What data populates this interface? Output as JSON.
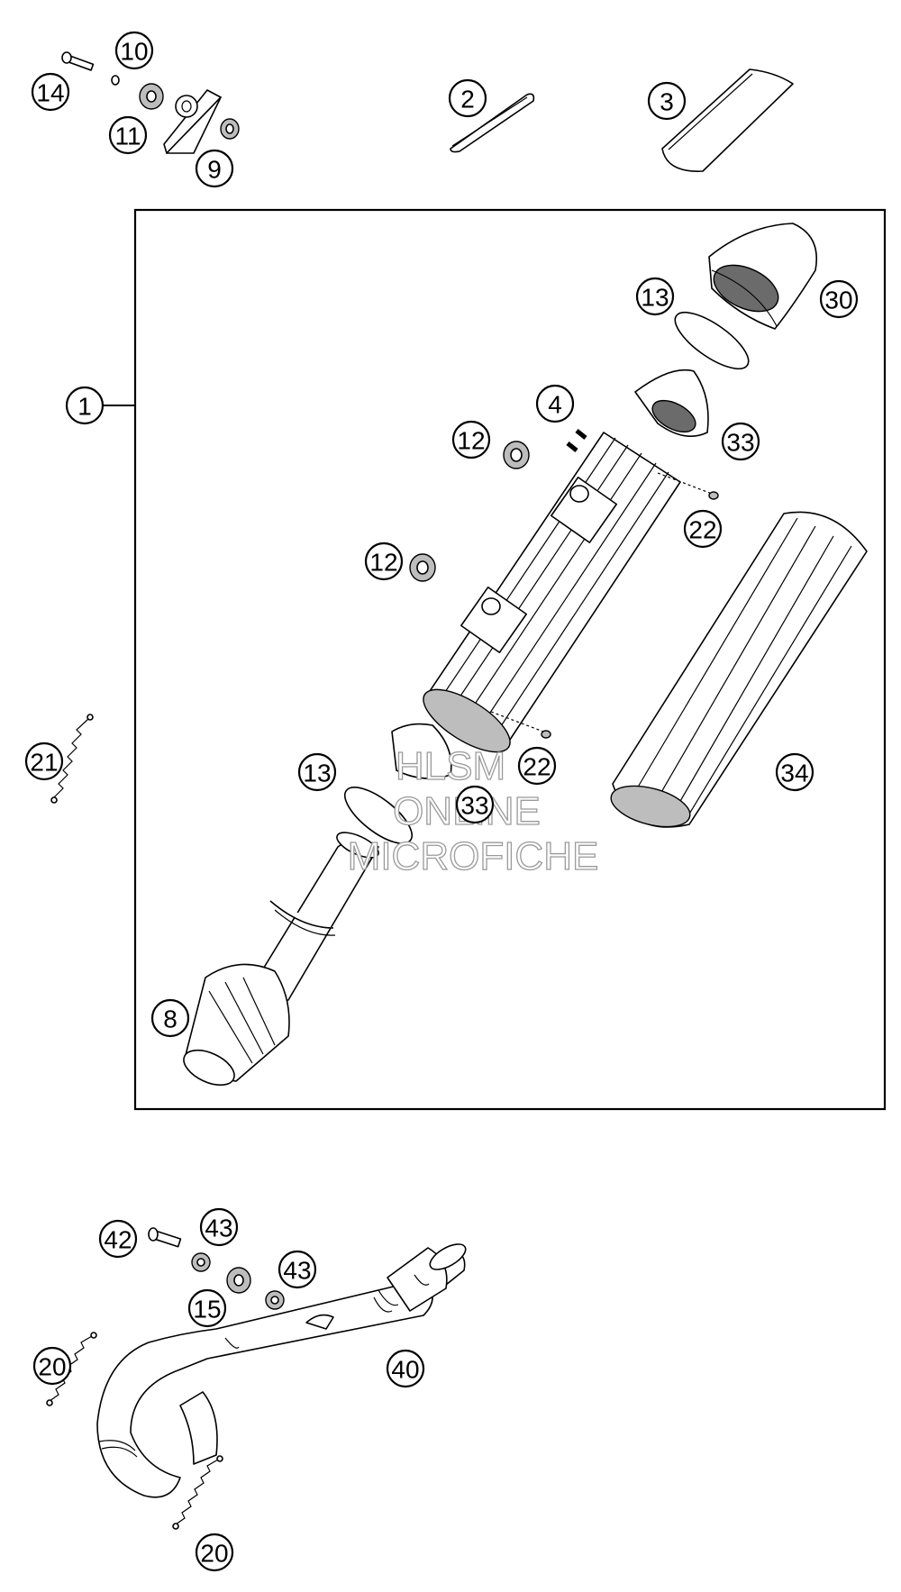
{
  "diagram": {
    "callouts": [
      "1",
      "2",
      "3",
      "4",
      "8",
      "9",
      "10",
      "11",
      "12",
      "12",
      "13",
      "13",
      "14",
      "15",
      "20",
      "20",
      "21",
      "22",
      "22",
      "30",
      "33",
      "33",
      "34",
      "40",
      "42",
      "43",
      "43"
    ]
  },
  "watermark": {
    "line1": "HLSM",
    "line2": "ONLINE",
    "line3": "MICROFICHE"
  }
}
